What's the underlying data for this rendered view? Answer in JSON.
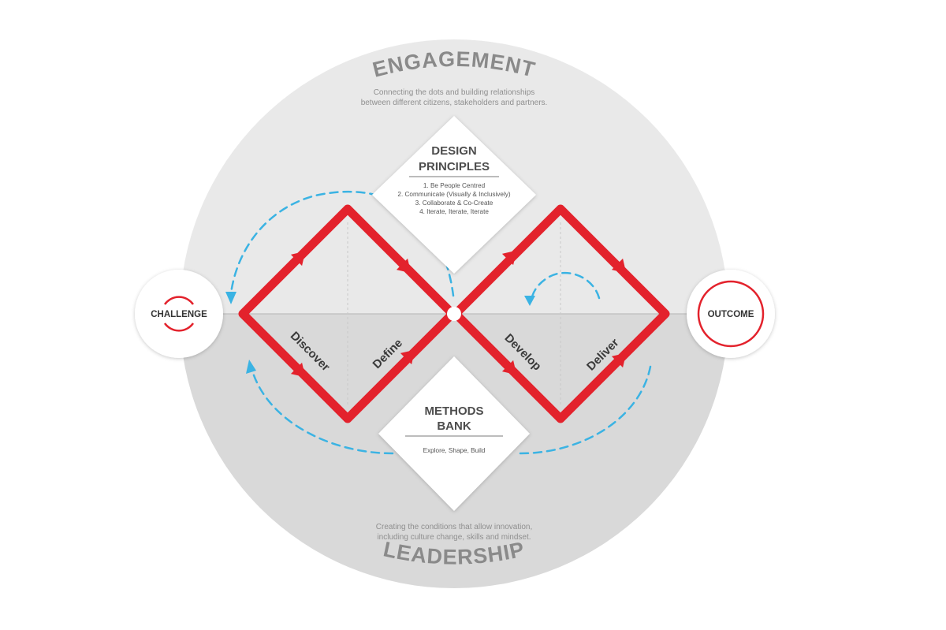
{
  "colors": {
    "red": "#e3222c",
    "blue": "#3bb3e3",
    "circle_top": "#e9e9e9",
    "circle_bottom": "#d9d9d9",
    "heading_gray": "#8a8a8a"
  },
  "engagement": {
    "title": "ENGAGEMENT",
    "line1": "Connecting the dots and building relationships",
    "line2": "between different citizens, stakeholders and partners."
  },
  "leadership": {
    "title": "LEADERSHIP",
    "line1": "Creating the conditions that allow innovation,",
    "line2": "including culture change, skills and mindset."
  },
  "design_principles": {
    "title_line1": "DESIGN",
    "title_line2": "PRINCIPLES",
    "items": [
      "1. Be People Centred",
      "2. Communicate (Visually & Inclusively)",
      "3. Collaborate & Co-Create",
      "4. Iterate, Iterate, Iterate"
    ]
  },
  "methods_bank": {
    "title_line1": "METHODS",
    "title_line2": "BANK",
    "items": [
      "Explore, Shape, Build"
    ]
  },
  "phases": [
    "Discover",
    "Define",
    "Develop",
    "Deliver"
  ],
  "challenge": {
    "label": "CHALLENGE",
    "icon": "partial-ring-icon"
  },
  "outcome": {
    "label": "OUTCOME",
    "icon": "ring-icon"
  }
}
